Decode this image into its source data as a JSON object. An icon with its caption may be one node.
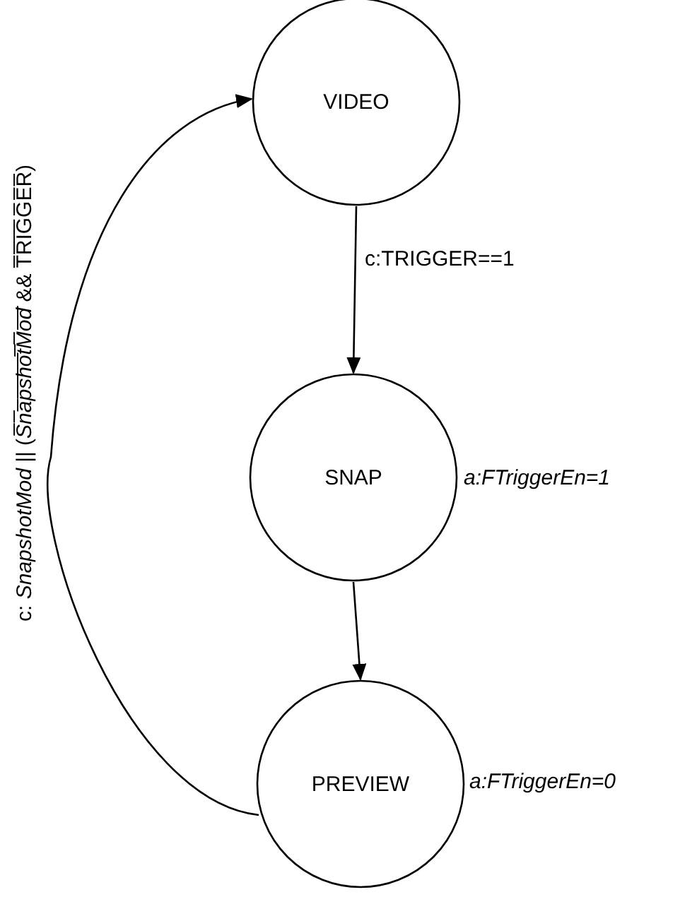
{
  "diagram": {
    "nodes": [
      {
        "text": [
          "VIDEO"
        ]
      },
      {
        "text": [
          "SNAP"
        ],
        "beside": [
          "a:FTriggerEn=1"
        ]
      },
      {
        "text": [
          "PREVIEW"
        ],
        "beside": [
          "a:FTriggerEn=0"
        ]
      }
    ],
    "edges": [
      {
        "from": 0,
        "to": 1,
        "arrow": "to",
        "label": "c:TRIGGER==1"
      },
      {
        "from": 1,
        "to": 2,
        "arrow": "to"
      },
      {
        "from": 2,
        "to": 0,
        "arrow": "to",
        "label": "c: *SnapshotMod* || (*S̅n̅a̅p̅s̅h̅o̅t̅M̅o̅d̅* && T̅R̅I̅G̅G̅E̅R̅)"
      }
    ]
  }
}
